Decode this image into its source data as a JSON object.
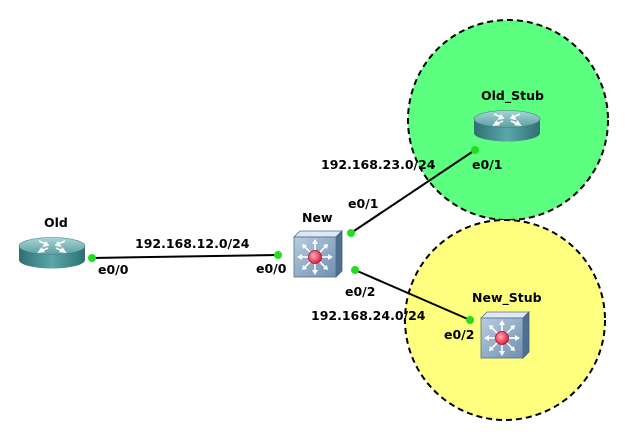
{
  "colors": {
    "zone_old_stub": "#5cff7f",
    "zone_new_stub": "#ffff7f",
    "port_dot": "#22dd22",
    "link": "#000000",
    "router_body": "#3d8c8f",
    "switch_body": "#7f9fbf"
  },
  "zones": [
    {
      "name": "old-stub-zone",
      "fill_color": "#5cff7f"
    },
    {
      "name": "new-stub-zone",
      "fill_color": "#ffff7f"
    }
  ],
  "devices": [
    {
      "id": "old",
      "label": "Old",
      "icon": "router-icon"
    },
    {
      "id": "new",
      "label": "New",
      "icon": "multilayer-switch-icon"
    },
    {
      "id": "old_stub",
      "label": "Old_Stub",
      "icon": "router-icon"
    },
    {
      "id": "new_stub",
      "label": "New_Stub",
      "icon": "multilayer-switch-icon"
    }
  ],
  "links": [
    {
      "from": "Old",
      "from_port": "e0/0",
      "to": "New",
      "to_port": "e0/0",
      "subnet": "192.168.12.0/24"
    },
    {
      "from": "New",
      "from_port": "e0/1",
      "to": "Old_Stub",
      "to_port": "e0/1",
      "subnet": "192.168.23.0/24"
    },
    {
      "from": "New",
      "from_port": "e0/2",
      "to": "New_Stub",
      "to_port": "e0/2",
      "subnet": "192.168.24.0/24"
    }
  ]
}
